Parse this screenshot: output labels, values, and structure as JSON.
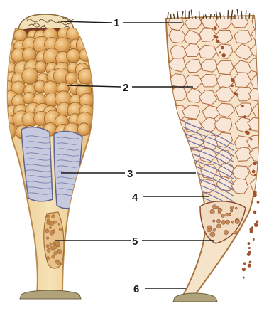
{
  "labels": [
    {
      "id": "l1",
      "text": "1"
    },
    {
      "id": "l2",
      "text": "2"
    },
    {
      "id": "l3",
      "text": "3"
    },
    {
      "id": "l4",
      "text": "4"
    },
    {
      "id": "l5",
      "text": "5"
    },
    {
      "id": "l6",
      "text": "6"
    }
  ],
  "colors": {
    "wall_fill": "#f3dca6",
    "wall_edge": "#b98a4a",
    "granule": "#e2aa62",
    "granule_edge": "#9a6428",
    "fiber": "#8a8fb8",
    "cell_fill": "#f8e6d6",
    "cell_edge": "#b06a40"
  }
}
